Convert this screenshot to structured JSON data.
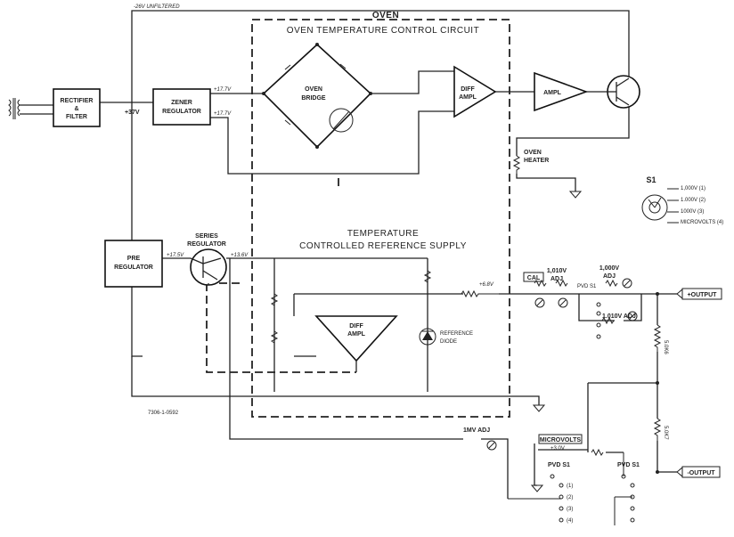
{
  "labels": {
    "unfiltered": "-26V UNFILTERED",
    "oven": "OVEN",
    "oven_control_title": "OVEN TEMPERATURE CONTROL CIRCUIT",
    "rectifier_1": "RECTIFIER",
    "rectifier_2": "&",
    "rectifier_3": "FILTER",
    "zener_1": "ZENER",
    "zener_2": "REGULATOR",
    "plus37": "+37V",
    "v1": "+17.7V",
    "v2": "+17.7V",
    "bridge_1": "OVEN",
    "bridge_2": "BRIDGE",
    "diff_ampl_top_1": "DIFF",
    "diff_ampl_top_2": "AMPL",
    "ampl": "AMPL",
    "oven_heater_1": "OVEN",
    "oven_heater_2": "HEATER",
    "pre_reg_1": "PRE",
    "pre_reg_2": "REGULATOR",
    "series_reg_1": "SERIES",
    "series_reg_2": "REGULATOR",
    "v3": "+17.5V",
    "v4": "+13.6V",
    "ref_title_1": "TEMPERATURE",
    "ref_title_2": "CONTROLLED REFERENCE SUPPLY",
    "diff_ampl_low_1": "DIFF",
    "diff_ampl_low_2": "AMPL",
    "ref_diode_1": "REFERENCE",
    "ref_diode_2": "DIODE",
    "vref": "+6.8V",
    "cal": "CAL",
    "adj_10v_1": "1,010V",
    "adj_10v_2": "ADJ",
    "adj_1000v_1": "1,000V",
    "adj_1000v_2": "ADJ",
    "adj_010v": "1.010V ADJ",
    "pvd_s1_a": "PVD S1",
    "plus_output": "+OUTPUT",
    "minus_output": "-OUTPUT",
    "r_5k6": "5.0K6",
    "r_5k7": "5.0K7",
    "fig_no": "7306-1-0592",
    "one_mv_adj": "1MV ADJ",
    "microvolts": "MICROVOLTS",
    "plus_3v": "+3.0V",
    "pvd_s1_b": "PVD S1",
    "pvd_s1_c": "PVD S1",
    "s1": "S1",
    "s1_pos_1": "1,000V (1)",
    "s1_pos_2": "1.000V (2)",
    "s1_pos_3": "1000V (3)",
    "s1_pos_4": "MICROVOLTS (4)",
    "sw_1": "(1)",
    "sw_2": "(2)",
    "sw_3": "(3)",
    "sw_4": "(4)"
  }
}
